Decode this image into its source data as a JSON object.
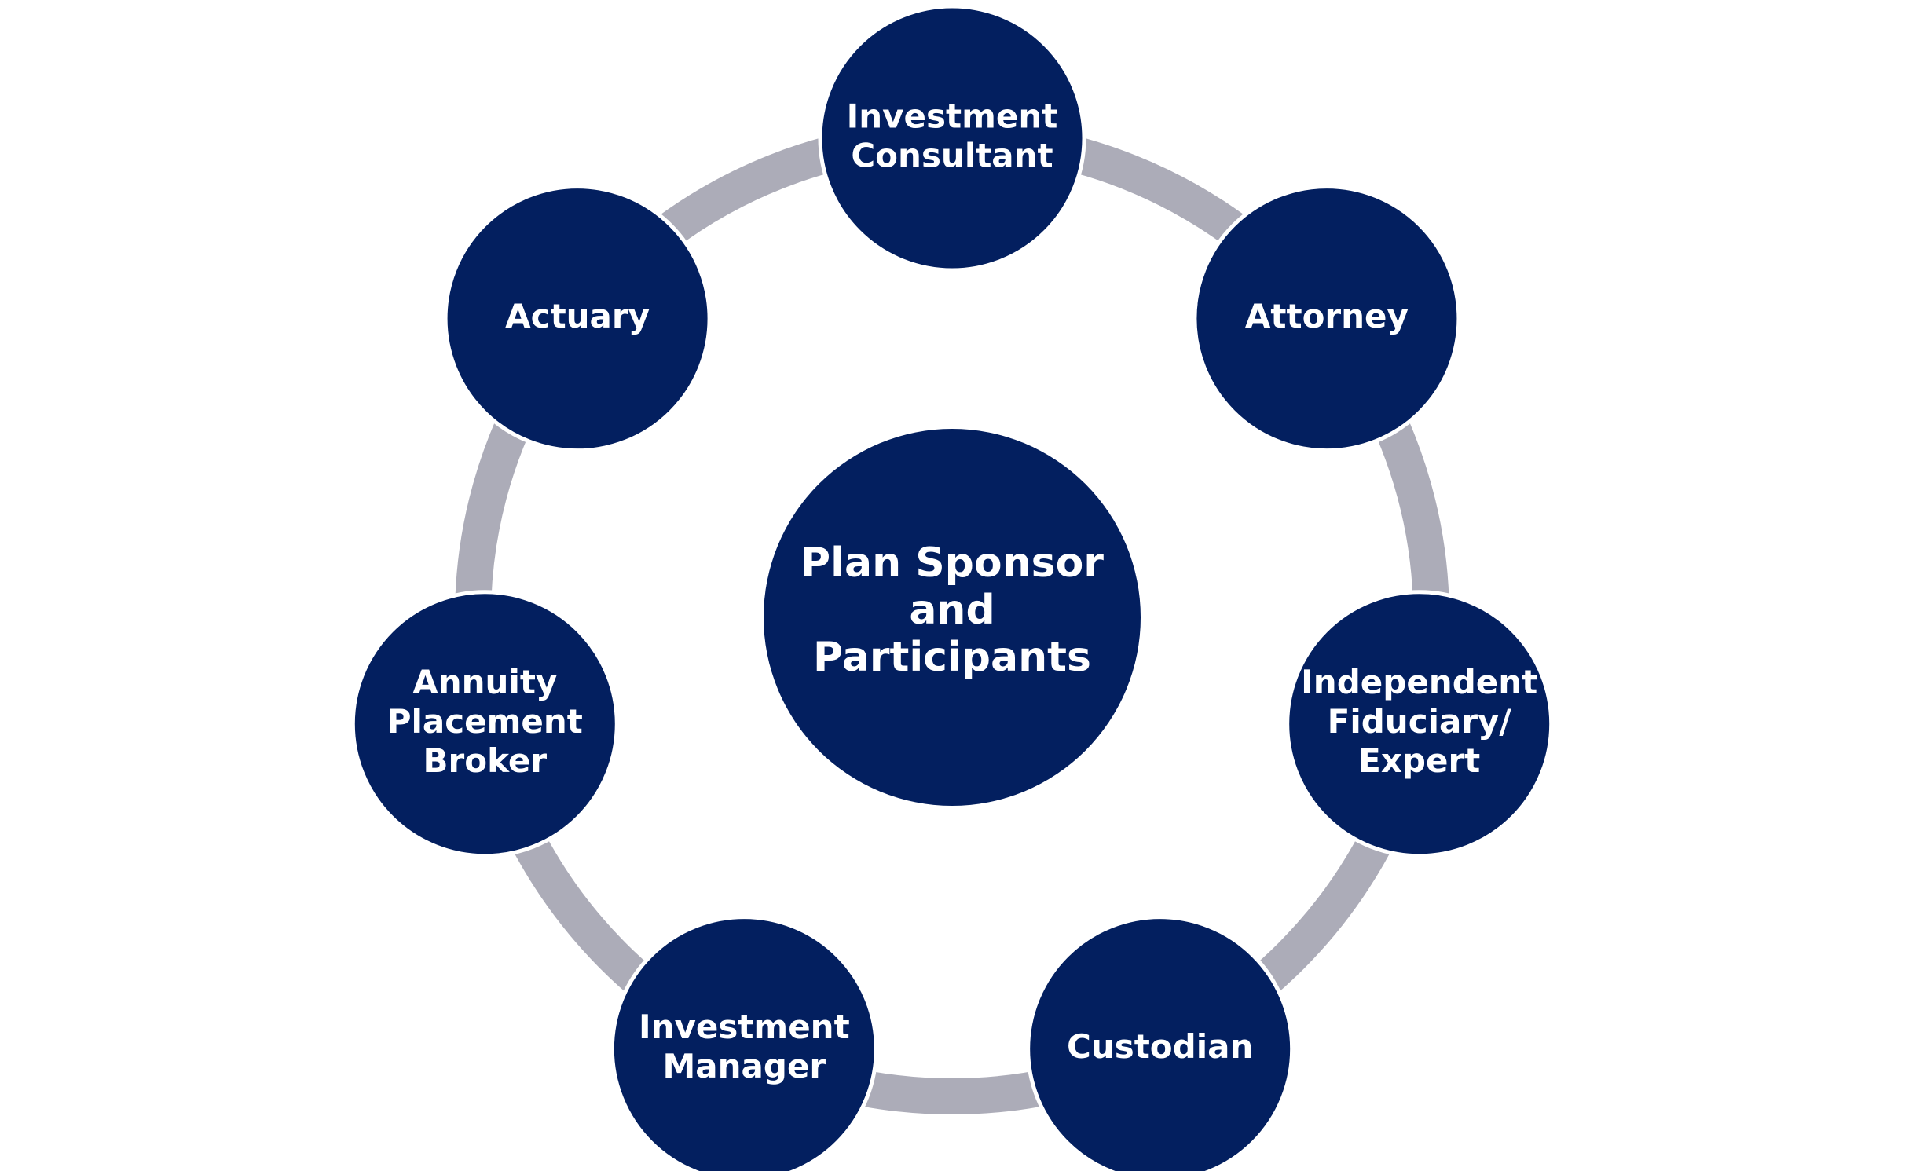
{
  "colors": {
    "node_fill": "#031f5f",
    "node_stroke": "#ffffff",
    "ring": "#acacb8",
    "label": "#ffffff"
  },
  "center": {
    "lines": [
      "Plan Sponsor",
      "and",
      "Participants"
    ]
  },
  "nodes": [
    {
      "id": "investment-consultant",
      "lines": [
        "Investment",
        "Consultant"
      ]
    },
    {
      "id": "attorney",
      "lines": [
        "Attorney"
      ]
    },
    {
      "id": "independent-fiduciary-expert",
      "lines": [
        "Independent",
        "Fiduciary/",
        "Expert"
      ]
    },
    {
      "id": "custodian",
      "lines": [
        "Custodian"
      ]
    },
    {
      "id": "investment-manager",
      "lines": [
        "Investment",
        "Manager"
      ]
    },
    {
      "id": "annuity-placement-broker",
      "lines": [
        "Annuity",
        "Placement",
        "Broker"
      ]
    },
    {
      "id": "actuary",
      "lines": [
        "Actuary"
      ]
    }
  ]
}
